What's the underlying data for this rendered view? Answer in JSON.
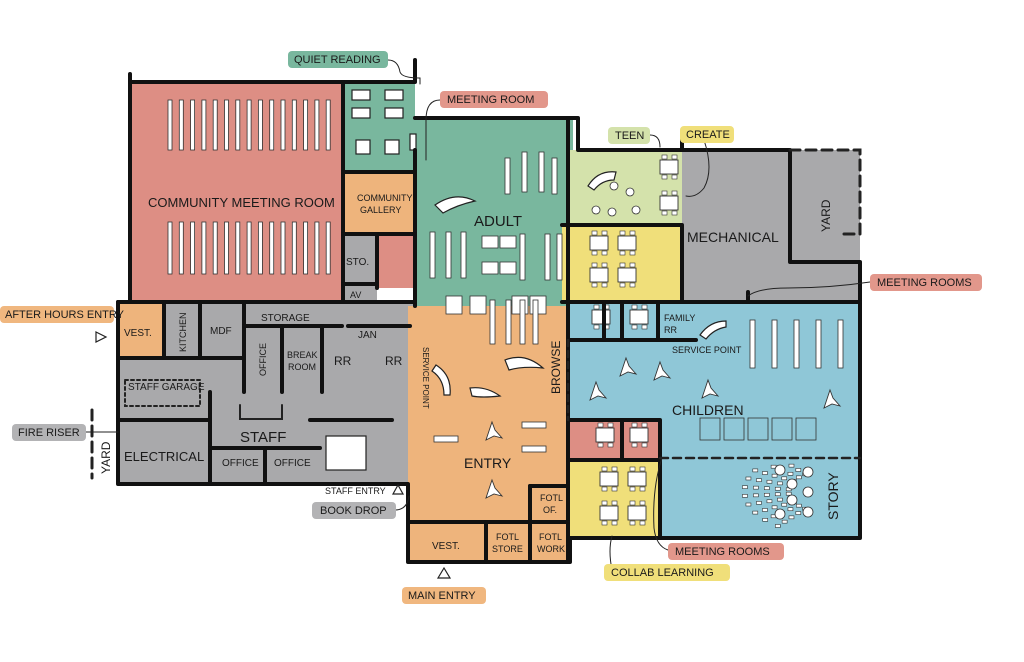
{
  "colors": {
    "community": "#dd8e84",
    "adult": "#79b79e",
    "entry": "#eeb47c",
    "teen": "#d4e2ab",
    "collab": "#f0df7a",
    "children": "#8fc7d7",
    "staff": "#a9a9ab",
    "meeting": "#dd8e84"
  },
  "rooms": {
    "community_meeting_room": "COMMUNITY MEETING ROOM",
    "community_gallery": "COMMUNITY GALLERY",
    "sto": "STO.",
    "av": "AV",
    "adult": "ADULT",
    "mechanical": "MECHANICAL",
    "yard_right": "YARD",
    "yard_left": "YARD",
    "vest_left": "VEST.",
    "kitchen": "KITCHEN",
    "mdf": "MDF",
    "storage": "STORAGE",
    "jan": "JAN",
    "office_a": "OFFICE",
    "break_room": "BREAK ROOM",
    "rr_a": "RR",
    "rr_b": "RR",
    "service_point_left": "SERVICE POINT",
    "browse": "BROWSE",
    "family_rr": "FAMILY RR",
    "service_point_right": "SERVICE POINT",
    "children": "CHILDREN",
    "staff_garage": "STAFF GARAGE",
    "staff": "STAFF",
    "electrical": "ELECTRICAL",
    "office_b": "OFFICE",
    "office_c": "OFFICE",
    "entry": "ENTRY",
    "story": "STORY",
    "fotl_of": "FOTL OF.",
    "vest_main": "VEST.",
    "fotl_store": "FOTL STORE",
    "fotl_work": "FOTL WORK",
    "staff_entry": "STAFF ENTRY"
  },
  "tags": {
    "quiet_reading": "QUIET READING",
    "meeting_room": "MEETING ROOM",
    "teen": "TEEN",
    "create": "CREATE",
    "meeting_rooms_top": "MEETING ROOMS",
    "after_hours_entry": "AFTER HOURS ENTRY",
    "fire_riser": "FIRE RISER",
    "book_drop": "BOOK DROP",
    "meeting_rooms_bottom": "MEETING ROOMS",
    "collab_learning": "COLLAB LEARNING",
    "main_entry": "MAIN ENTRY"
  },
  "tag_colors": {
    "quiet": "#79b79e",
    "meeting": "#e2978b",
    "teen": "#d4e2ab",
    "create": "#f0df7a",
    "entry": "#f0b77f",
    "grey": "#b3b3b5",
    "collab": "#f0df7a"
  },
  "icons": {
    "after_hours_entry": "triangle-entry-icon",
    "staff_entry": "triangle-entry-icon",
    "main_entry": "triangle-entry-icon"
  }
}
